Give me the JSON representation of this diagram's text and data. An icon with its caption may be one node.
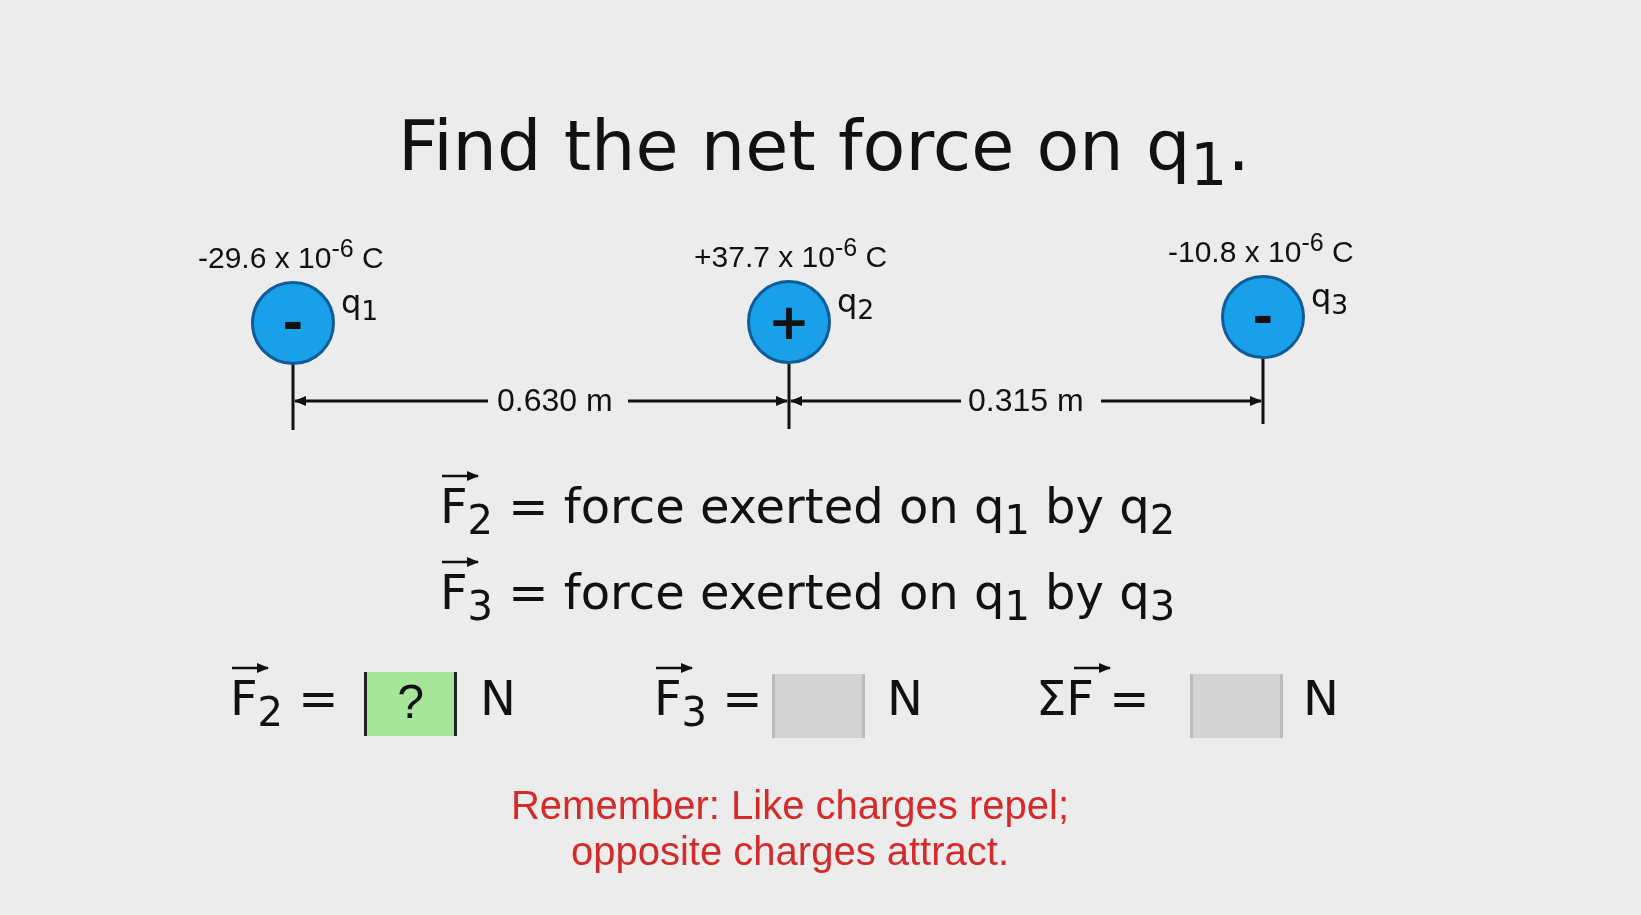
{
  "diagram": {
    "title": "Find the net force on q$_{1}$.",
    "nodes": [
      {
        "text": [
          "-"
        ],
        "beside": [
          "-29.6 x 10$^{-6}$ C",
          "q$_{1}$"
        ]
      },
      {
        "text": [
          "+"
        ],
        "beside": [
          "+37.7 x 10$^{-6}$ C",
          "q$_{2}$"
        ]
      },
      {
        "text": [
          "-"
        ],
        "beside": [
          "-10.8 x 10$^{-6}$ C",
          "q$_{3}$"
        ]
      }
    ],
    "labels": [
      "0.630 m",
      "0.315 m",
      "F$_{2}$ = force exerted on q$_{1}$ by q$_{2}$",
      "F$_{3}$ = force exerted on q$_{1}$ by q$_{3}$",
      "F$_{2}$ =",
      "?",
      "N",
      "F$_{3}$ =",
      "N",
      "ΣF =",
      "N",
      "Remember: Like charges repel; opposite charges attract."
    ]
  }
}
